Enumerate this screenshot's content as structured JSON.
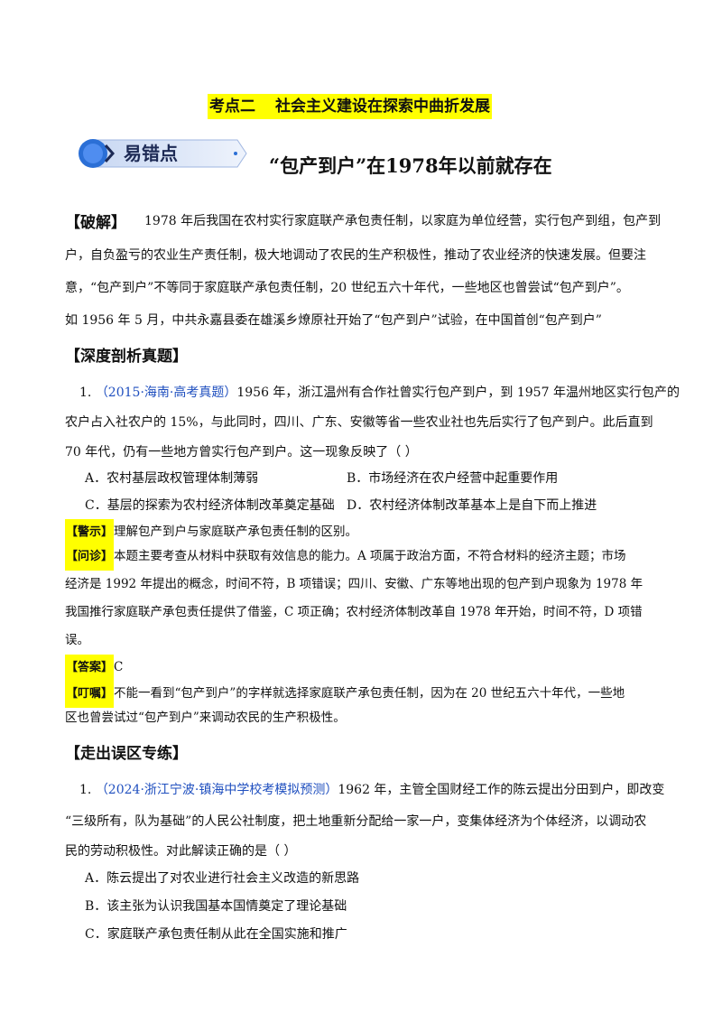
{
  "header": {
    "kaodian": "考点二",
    "topic": "社会主义建设在探索中曲折发展"
  },
  "badge": {
    "label": "易错点",
    "icon": "chevron-right-icon"
  },
  "mistake_title": "“包产到户”在1978年以前就存在",
  "pojie": {
    "label": "【破解】",
    "lines": [
      "1978 年后我国在农村实行家庭联产承包责任制，以家庭为单位经营，实行包产到组，包产到",
      "户，自负盈亏的农业生产责任制，极大地调动了农民的生产积极性，推动了农业经济的快速发展。但要注",
      "意，“包产到户”不等同于家庭联产承包责任制，20 世纪五六十年代，一些地区也曾尝试“包产到户”。",
      "如 1956 年 5 月，中共永嘉县委在雄溪乡燎原社开始了“包产到户”试验，在中国首创“包产到户”"
    ]
  },
  "section1": {
    "heading": "【深度剖析真题】",
    "q_num": "1.",
    "q_source": "（2015·海南·高考真题）",
    "q_lines": [
      "1956 年，浙江温州有合作社曾实行包产到户，到 1957 年温州地区实行包产的",
      "农户占入社农户的 15%，与此同时，四川、广东、安徽等省一些农业社也先后实行了包产到户。此后直到",
      "70 年代，仍有一些地方曾实行包产到户。这一现象反映了（    ）"
    ],
    "options": {
      "A": "A．农村基层政权管理体制薄弱",
      "B": "B．市场经济在农户经营中起重要作用",
      "C": "C．基层的探索为农村经济体制改革奠定基础",
      "D": "D．农村经济体制改革基本上是自下而上推进"
    },
    "jingshi_tag": "【警示】",
    "jingshi_text": "理解包产到户与家庭联产承包责任制的区别。",
    "wenzhen_tag": "【问诊】",
    "wenzhen_lines": [
      "本题主要考查从材料中获取有效信息的能力。A 项属于政治方面，不符合材料的经济主题；市场",
      "经济是 1992 年提出的概念，时间不符，B 项错误；四川、安徽、广东等地出现的包产到户现象为 1978 年",
      "我国推行家庭联产承包责任提供了借鉴，C 项正确；农村经济体制改革自 1978 年开始，时间不符，D 项错",
      "误。"
    ],
    "daan_tag": "【答案】",
    "daan_text": "C",
    "dingzhu_tag": "【叮嘱】",
    "dingzhu_lines": [
      "不能一看到“包产到户”的字样就选择家庭联产承包责任制，因为在 20 世纪五六十年代，一些地",
      "区也曾尝试过“包产到户”来调动农民的生产积极性。"
    ]
  },
  "section2": {
    "heading": "【走出误区专练】",
    "q_num": "1.",
    "q_source": "（2024·浙江宁波·镇海中学校考模拟预测）",
    "q_lines": [
      "1962 年，主管全国财经工作的陈云提出分田到户，即改变",
      "“三级所有，队为基础”的人民公社制度，把土地重新分配给一家一户，变集体经济为个体经济，以调动农",
      "民的劳动积极性。对此解读正确的是（    ）"
    ],
    "options": {
      "A": "A．陈云提出了对农业进行社会主义改造的新思路",
      "B": "B．该主张为认识我国基本国情奠定了理论基础",
      "C": "C．家庭联产承包责任制从此在全国实施和推广"
    }
  }
}
